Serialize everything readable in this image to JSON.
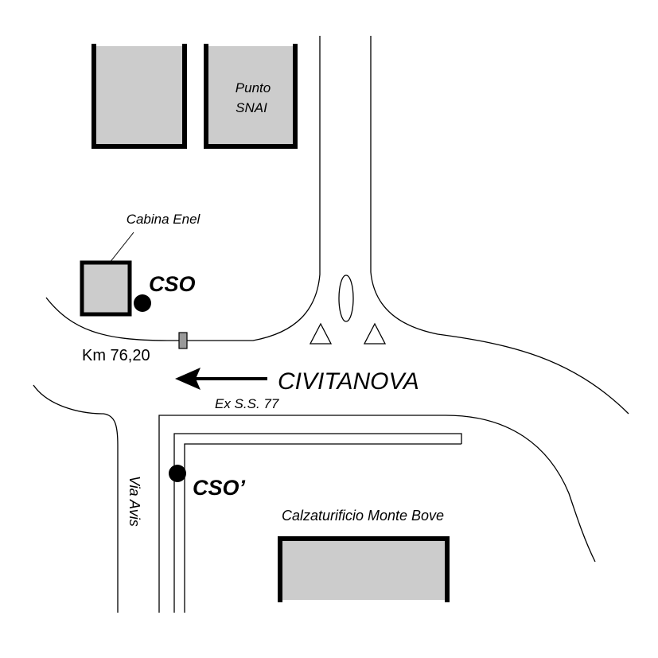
{
  "labels": {
    "punto_snai_line1": "Punto",
    "punto_snai_line2": "SNAI",
    "cabina_enel": "Cabina Enel",
    "cso": "CSO",
    "cso_prime": "CSO’",
    "km_marker": "Km 76,20",
    "direction": "CIVITANOVA",
    "ex_ss": "Ex S.S. 77",
    "via_avis": "Via Avis",
    "calzaturificio": "Calzaturificio Monte Bove"
  },
  "colors": {
    "building_fill": "#cccccc",
    "line": "#000000",
    "background": "#ffffff",
    "km_marker_fill": "#999999"
  },
  "icons": {
    "direction_arrow": "arrow-left-icon",
    "yield_signs": "triangle-icon",
    "roundabout_island": "ellipse-icon",
    "measurement_point": "filled-circle-icon"
  }
}
